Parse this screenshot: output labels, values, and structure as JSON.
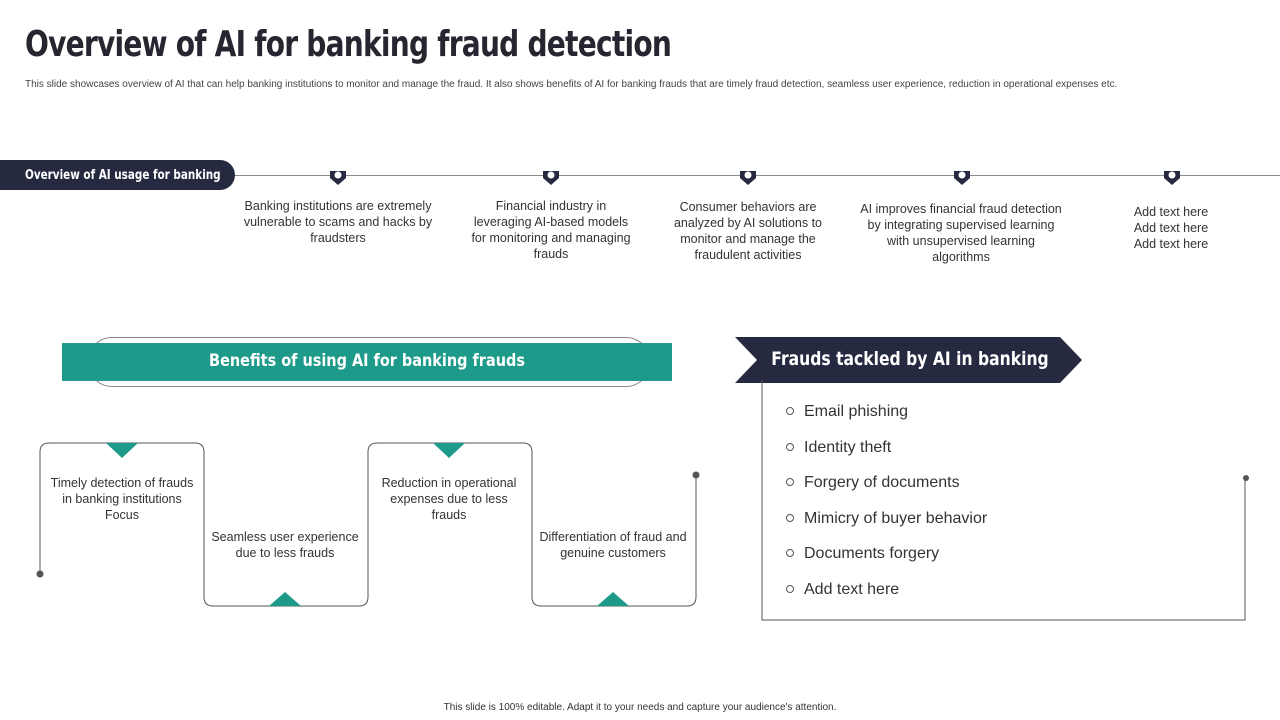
{
  "title": "Overview of AI for banking fraud detection",
  "subtitle": "This slide showcases overview of AI that can help banking institutions to monitor and manage the fraud. It also shows benefits of AI for banking frauds that are timely fraud detection, seamless user experience, reduction in operational expenses etc.",
  "overview": {
    "label": "Overview of AI usage for banking",
    "items": [
      "Banking institutions are extremely vulnerable to scams and hacks by fraudsters",
      "Financial industry in leveraging AI-based models for monitoring and managing frauds",
      "Consumer behaviors are analyzed by AI solutions to monitor and manage the fraudulent activities",
      "AI improves financial fraud detection by integrating supervised learning with unsupervised learning algorithms",
      "Add text here Add text here Add text here"
    ]
  },
  "benefits": {
    "title": "Benefits of using AI for banking frauds",
    "items": [
      "Timely detection of frauds in banking institutions Focus",
      "Seamless user experience due to less frauds",
      "Reduction in operational expenses due to less frauds",
      "Differentiation of fraud and genuine customers"
    ]
  },
  "frauds": {
    "title": "Frauds tackled by AI in banking",
    "items": [
      "Email phishing",
      "Identity theft",
      "Forgery of documents",
      "Mimicry of buyer behavior",
      "Documents forgery",
      "Add text here"
    ]
  },
  "footer": "This slide is 100% editable. Adapt it to your needs and capture your audience's attention.",
  "colors": {
    "navy": "#262A40",
    "teal": "#1E9A8A"
  }
}
